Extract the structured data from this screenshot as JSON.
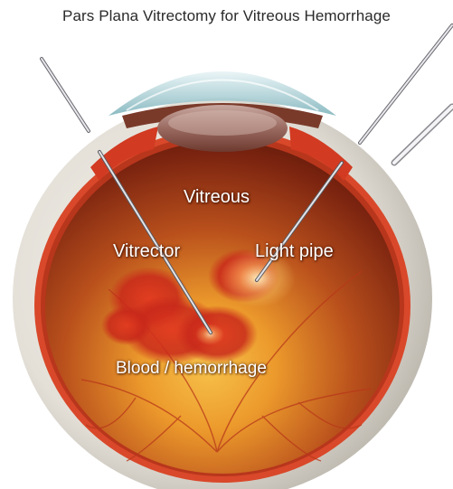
{
  "title": "Pars Plana Vitrectomy for Vitreous Hemorrhage",
  "labels": {
    "vitreous": "Vitreous",
    "vitrector": "Vitrector",
    "light_pipe": "Light pipe",
    "blood": "Blood / hemorrhage"
  },
  "colors": {
    "sclera": "#dedad2",
    "choroid": "#e2542a",
    "vitreous_cavity": "#8a2a12",
    "fundus_glow": "#f0a030",
    "hemorrhage": "#c8281a",
    "instrument": "#c8c8cc"
  }
}
